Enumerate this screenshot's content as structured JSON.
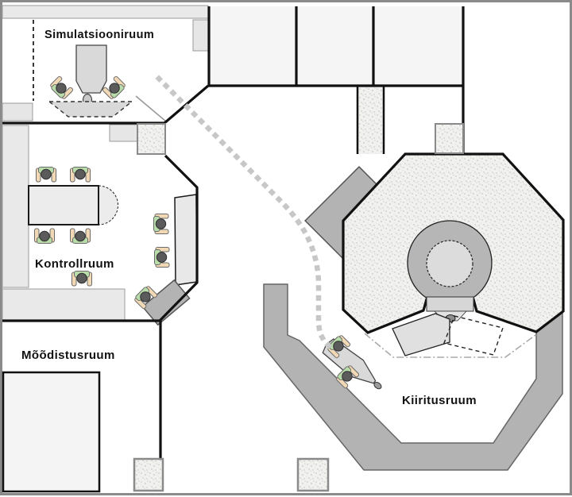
{
  "rooms": [
    {
      "key": "simulation",
      "label": "Simulatsiooniruum"
    },
    {
      "key": "control",
      "label": "Kontrollruum"
    },
    {
      "key": "measurement",
      "label": "Mõõdistusruum"
    },
    {
      "key": "irradiation",
      "label": "Kiiritusruum"
    }
  ],
  "colors": {
    "wall": "#111111",
    "outer_border": "#8a8a8a",
    "room_fill": "#f5f5f5",
    "light_gray_furniture": "#e9e9e9",
    "medium_gray_wall": "#b3b3b3",
    "gantry_ring": "#b6b6b6",
    "gantry_bore": "#dcdcdc",
    "chair_seat_green": "#b8dcaa",
    "chair_armrest_tan": "#f2d9b5",
    "person_gray": "#5b5b5b",
    "dotted_path": "#c7c7c7",
    "stipple_base": "#f1f1ef"
  }
}
